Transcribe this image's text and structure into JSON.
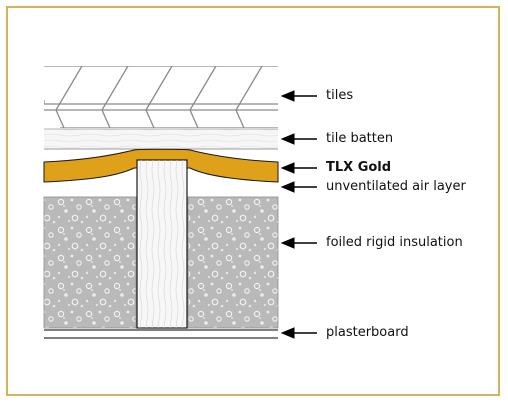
{
  "diagram": {
    "border_color": "#d4b25a",
    "gold_color": "#e0a11a",
    "labels": {
      "tiles": "tiles",
      "tile_batten": "tile batten",
      "tlx_gold": "TLX Gold",
      "air_layer": "unventilated air layer",
      "insulation": "foiled rigid insulation",
      "plasterboard": "plasterboard"
    }
  }
}
